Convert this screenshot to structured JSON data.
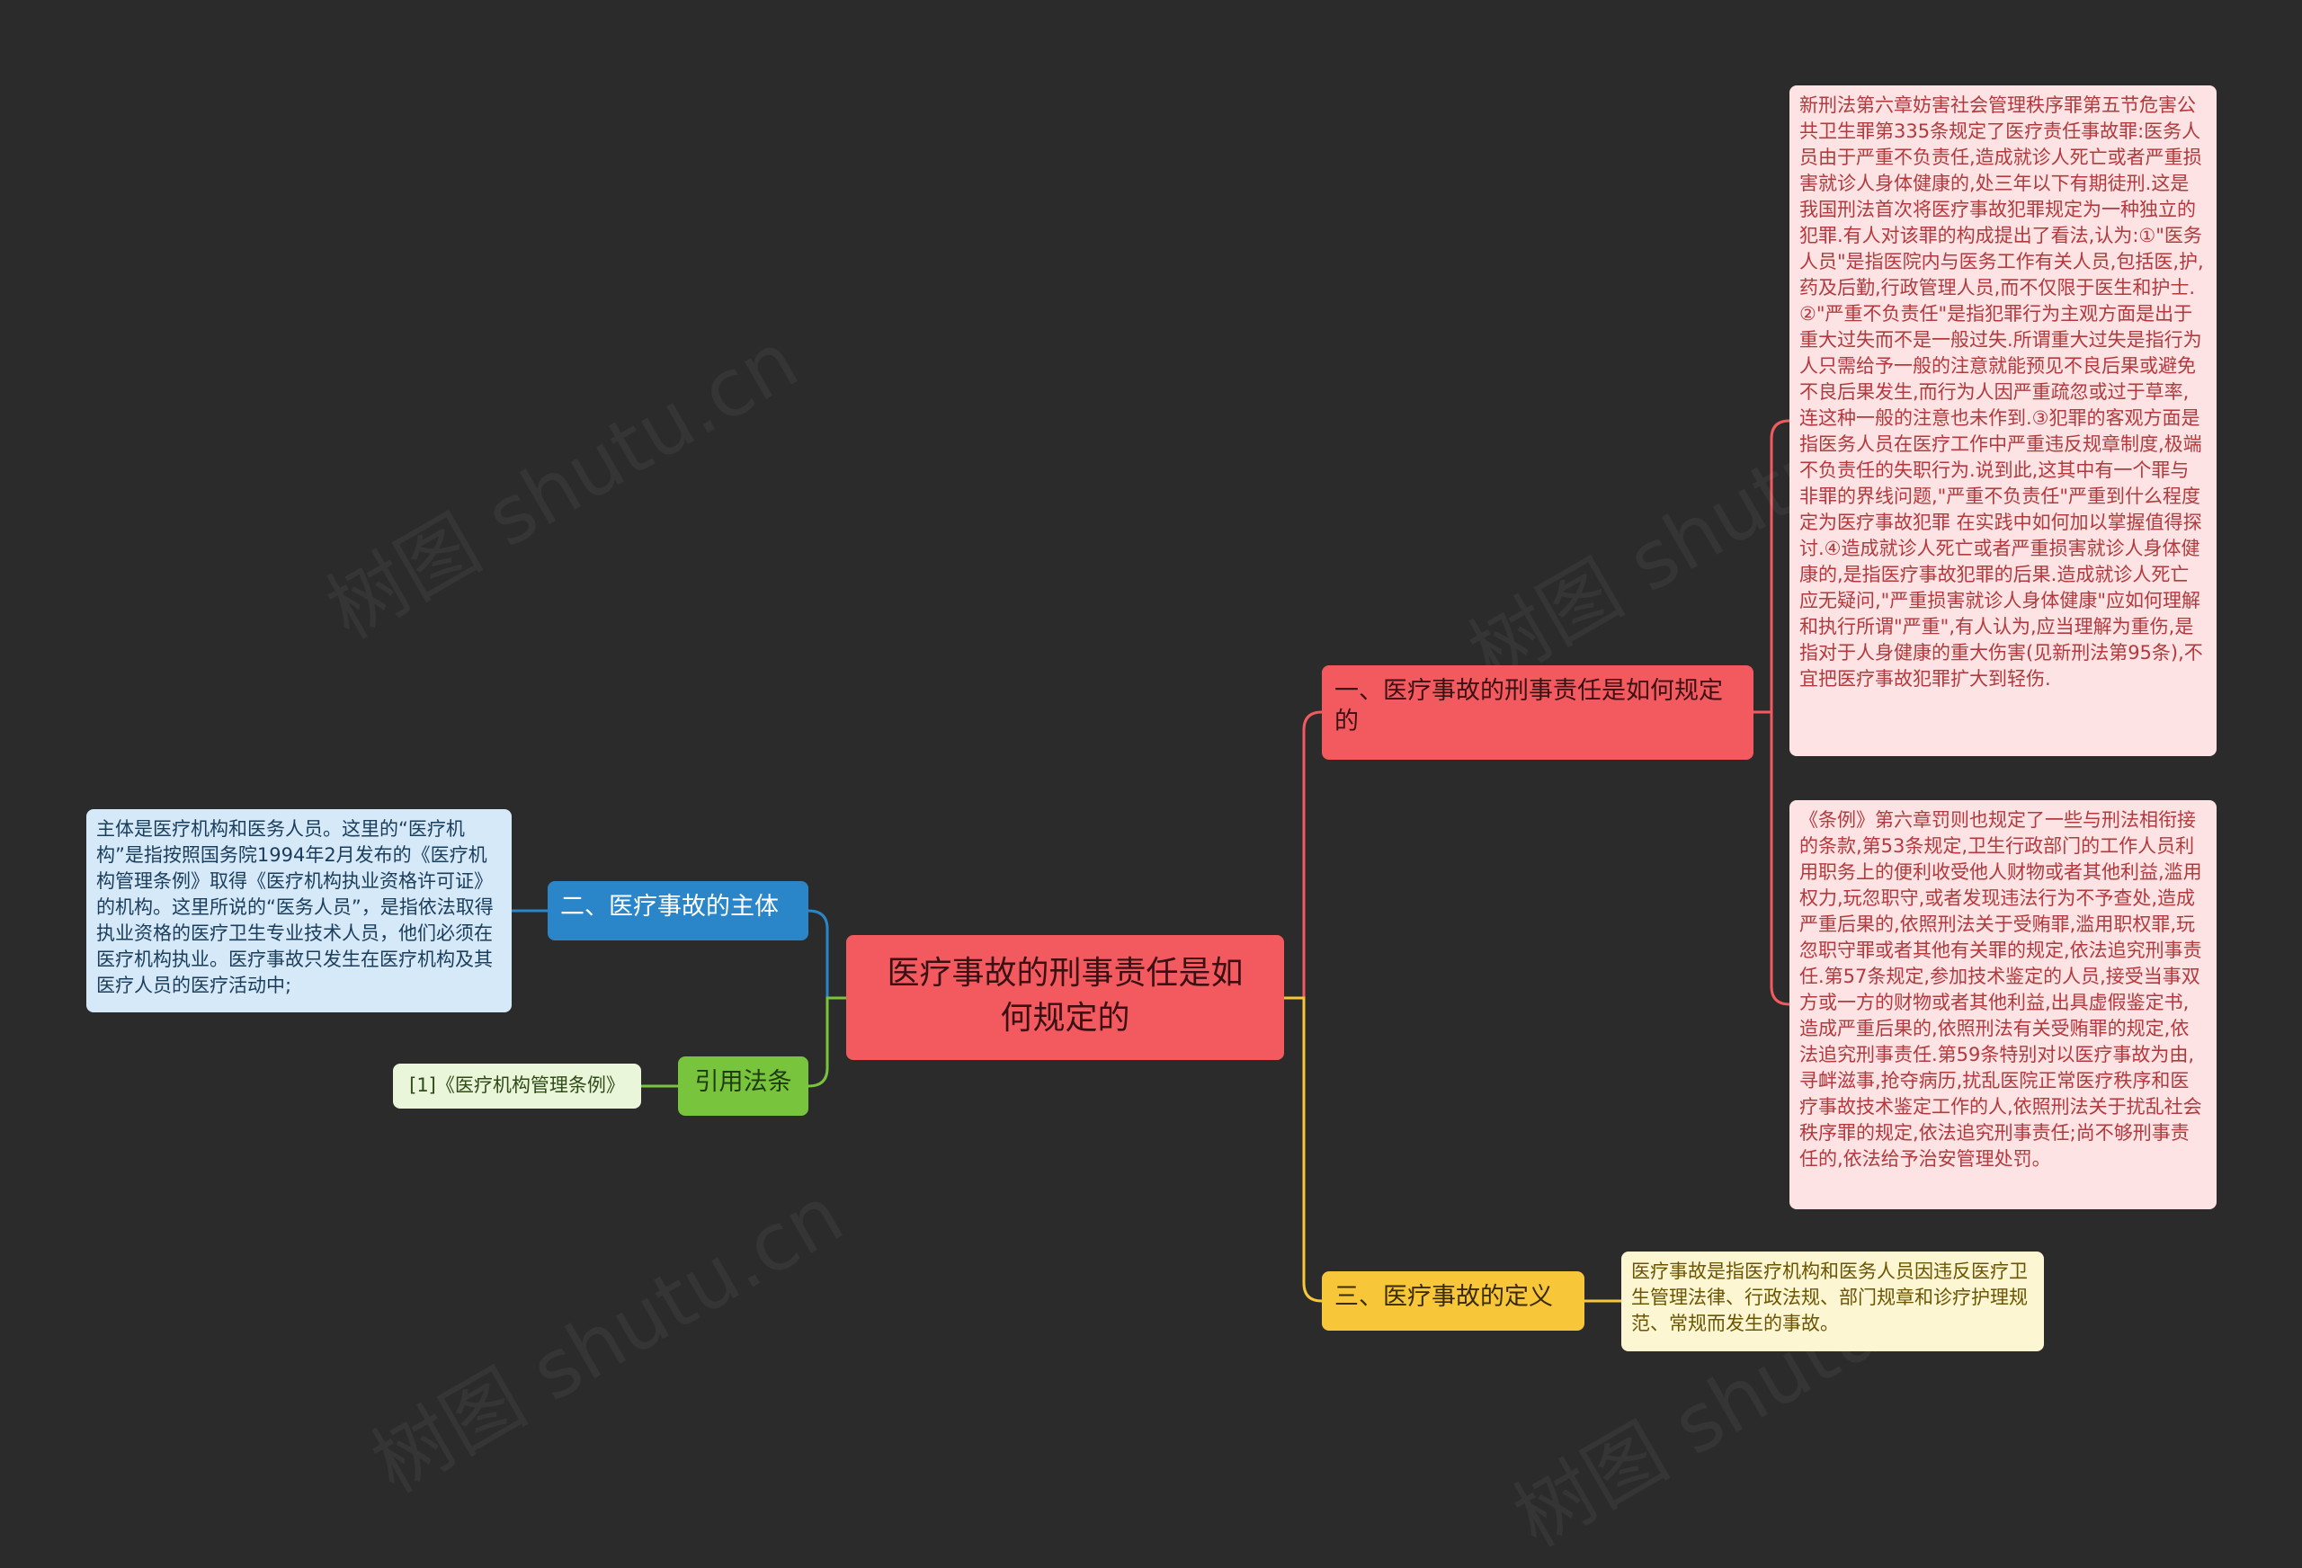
{
  "colors": {
    "background": "#2b2b2b",
    "center": "#f25a5f",
    "branch_red": "#f25a5f",
    "branch_blue": "#2a86c8",
    "branch_green": "#78c43c",
    "branch_yellow": "#f7c739",
    "leaf_pink": "#fde3e3",
    "leaf_blue": "#d5e9f8",
    "leaf_green": "#eaf6da",
    "leaf_yellow": "#fdf6d3"
  },
  "center": {
    "label": "医疗事故的刑事责任是如何规定的"
  },
  "branches": {
    "criminal_liability": {
      "label": "一、医疗事故的刑事责任是如何规定的",
      "leaves": [
        "新刑法第六章妨害社会管理秩序罪第五节危害公共卫生罪第335条规定了医疗责任事故罪:医务人员由于严重不负责任,造成就诊人死亡或者严重损害就诊人身体健康的,处三年以下有期徒刑.这是我国刑法首次将医疗事故犯罪规定为一种独立的犯罪.有人对该罪的构成提出了看法,认为:①\"医务人员\"是指医院内与医务工作有关人员,包括医,护,药及后勤,行政管理人员,而不仅限于医生和护士.②\"严重不负责任\"是指犯罪行为主观方面是出于重大过失而不是一般过失.所谓重大过失是指行为人只需给予一般的注意就能预见不良后果或避免不良后果发生,而行为人因严重疏忽或过于草率,连这种一般的注意也未作到.③犯罪的客观方面是指医务人员在医疗工作中严重违反规章制度,极端不负责任的失职行为.说到此,这其中有一个罪与非罪的界线问题,\"严重不负责任\"严重到什么程度定为医疗事故犯罪 在实践中如何加以掌握值得探讨.④造成就诊人死亡或者严重损害就诊人身体健康的,是指医疗事故犯罪的后果.造成就诊人死亡应无疑问,\"严重损害就诊人身体健康\"应如何理解和执行所谓\"严重\",有人认为,应当理解为重伤,是指对于人身健康的重大伤害(见新刑法第95条),不宜把医疗事故犯罪扩大到轻伤.",
        "《条例》第六章罚则也规定了一些与刑法相衔接的条款,第53条规定,卫生行政部门的工作人员利用职务上的便利收受他人财物或者其他利益,滥用权力,玩忽职守,或者发现违法行为不予查处,造成严重后果的,依照刑法关于受贿罪,滥用职权罪,玩忽职守罪或者其他有关罪的规定,依法追究刑事责任.第57条规定,参加技术鉴定的人员,接受当事双方或一方的财物或者其他利益,出具虚假鉴定书,造成严重后果的,依照刑法有关受贿罪的规定,依法追究刑事责任.第59条特别对以医疗事故为由,寻衅滋事,抢夺病历,扰乱医院正常医疗秩序和医疗事故技术鉴定工作的人,依照刑法关于扰乱社会秩序罪的规定,依法追究刑事责任;尚不够刑事责任的,依法给予治安管理处罚。"
      ]
    },
    "subject": {
      "label": "二、医疗事故的主体",
      "leaf": "主体是医疗机构和医务人员。这里的“医疗机构”是指按照国务院1994年2月发布的《医疗机构管理条例》取得《医疗机构执业资格许可证》的机构。这里所说的“医务人员”，是指依法取得执业资格的医疗卫生专业技术人员，他们必须在医疗机构执业。医疗事故只发生在医疗机构及其医疗人员的医疗活动中;"
    },
    "citation": {
      "label": "引用法条",
      "leaf": "[1]《医疗机构管理条例》"
    },
    "definition": {
      "label": "三、医疗事故的定义",
      "leaf": "医疗事故是指医疗机构和医务人员因违反医疗卫生管理法律、行政法规、部门规章和诊疗护理规范、常规而发生的事故。"
    },
    "watermark": "树图 shutu.cn"
  }
}
